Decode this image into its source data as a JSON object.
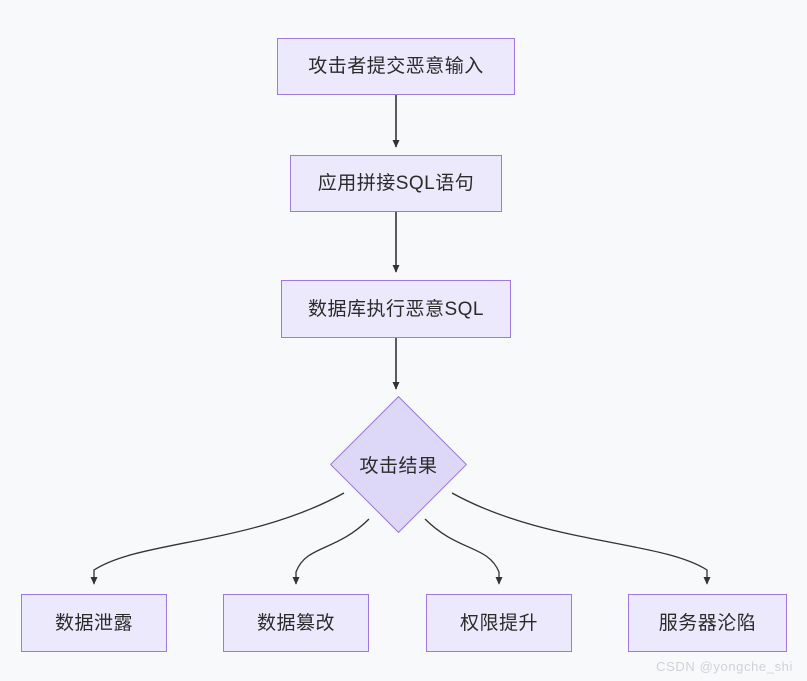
{
  "diagram": {
    "type": "flowchart",
    "direction": "top-to-bottom",
    "background_color": "#f8f9fb",
    "node_fill_color": "#ece9fc",
    "node_border_color": "#9d79e0",
    "decision_fill_color": "#ddd8f8",
    "edge_color": "#333333",
    "text_color": "#2b2b2b",
    "nodes": [
      {
        "id": "attacker-input",
        "label": "攻击者提交恶意输入",
        "shape": "rect"
      },
      {
        "id": "concat-sql",
        "label": "应用拼接SQL语句",
        "shape": "rect"
      },
      {
        "id": "db-exec",
        "label": "数据库执行恶意SQL",
        "shape": "rect"
      },
      {
        "id": "attack-result",
        "label": "攻击结果",
        "shape": "diamond"
      },
      {
        "id": "data-leak",
        "label": "数据泄露",
        "shape": "rect"
      },
      {
        "id": "data-tamper",
        "label": "数据篡改",
        "shape": "rect"
      },
      {
        "id": "priv-escalate",
        "label": "权限提升",
        "shape": "rect"
      },
      {
        "id": "server-owned",
        "label": "服务器沦陷",
        "shape": "rect"
      }
    ],
    "edges": [
      {
        "from": "attacker-input",
        "to": "concat-sql",
        "style": "straight",
        "arrow": true
      },
      {
        "from": "concat-sql",
        "to": "db-exec",
        "style": "straight",
        "arrow": true
      },
      {
        "from": "db-exec",
        "to": "attack-result",
        "style": "straight",
        "arrow": true
      },
      {
        "from": "attack-result",
        "to": "data-leak",
        "style": "curved",
        "arrow": true
      },
      {
        "from": "attack-result",
        "to": "data-tamper",
        "style": "curved",
        "arrow": true
      },
      {
        "from": "attack-result",
        "to": "priv-escalate",
        "style": "curved",
        "arrow": true
      },
      {
        "from": "attack-result",
        "to": "server-owned",
        "style": "curved",
        "arrow": true
      }
    ]
  },
  "watermark": {
    "text": "CSDN @yongche_shi"
  }
}
